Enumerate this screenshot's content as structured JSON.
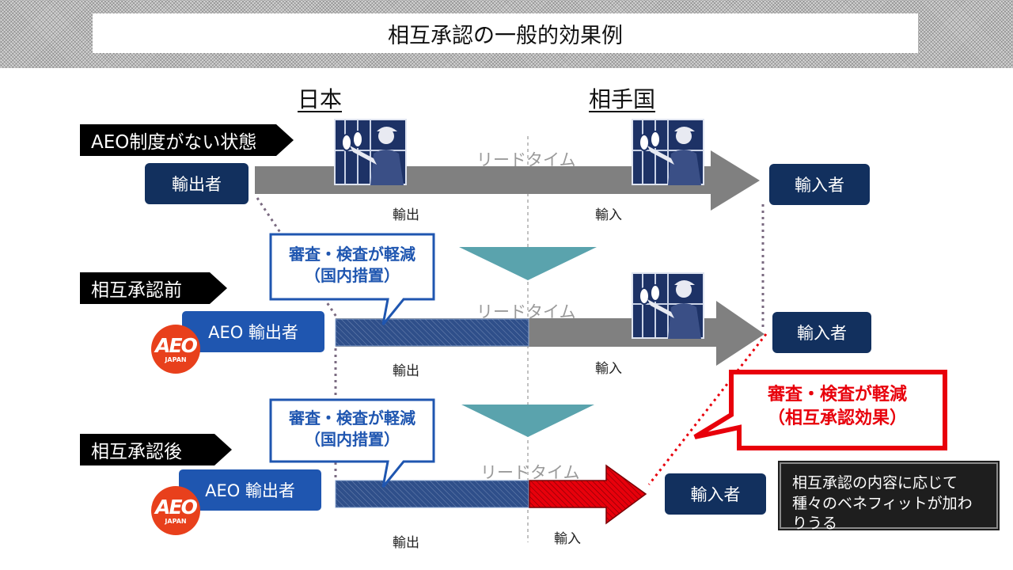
{
  "title": "相互承認の一般的効果例",
  "columns": {
    "japan": "日本",
    "partner": "相手国"
  },
  "rows": [
    {
      "tag": "AEO制度がない状態",
      "exporter": "輸出者",
      "importer": "輸入者",
      "lead_time": "リードタイム",
      "export": "輸出",
      "import": "輸入"
    },
    {
      "tag": "相互承認前",
      "exporter": "AEO 輸出者",
      "importer": "輸入者",
      "lead_time": "リードタイム",
      "export": "輸出",
      "import": "輸入",
      "callout_line1": "審査・検査が軽減",
      "callout_line2": "（国内措置）"
    },
    {
      "tag": "相互承認後",
      "exporter": "AEO 輸出者",
      "importer": "輸入者",
      "lead_time": "リードタイム",
      "export": "輸出",
      "import": "輸入",
      "callout_line1": "審査・検査が軽減",
      "callout_line2": "（国内措置）"
    }
  ],
  "effect_callout": {
    "line1": "審査・検査が軽減",
    "line2": "（相互承認効果）"
  },
  "note": {
    "line1": "相互承認の内容に応じて",
    "line2": "種々のベネフィットが加わりうる"
  },
  "logo": {
    "big": "AEO",
    "small": "JAPAN"
  },
  "colors": {
    "navy": "#12305e",
    "blue": "#1f56b0",
    "gray_arrow": "#808080",
    "teal": "#5aa3ad",
    "red": "#e8000b",
    "logo": "#e8401c"
  },
  "icons": [
    "customs-officer-icon",
    "aeo-japan-logo"
  ]
}
